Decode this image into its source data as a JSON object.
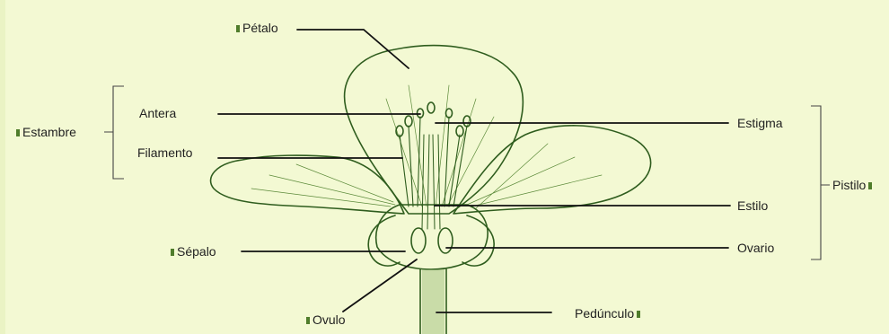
{
  "colors": {
    "background": "#f3f9d3",
    "ink": "#2f5d1e",
    "bullet": "#4f7d2b",
    "leader": "#111111"
  },
  "labels": {
    "petalo": "Pétalo",
    "antera": "Antera",
    "filamento": "Filamento",
    "estambre": "Estambre",
    "estigma": "Estigma",
    "estilo": "Estilo",
    "pistilo": "Pistilo",
    "ovario": "Ovario",
    "sepalo": "Sépalo",
    "ovulo": "Ovulo",
    "pedunculo": "Pedúnculo"
  }
}
